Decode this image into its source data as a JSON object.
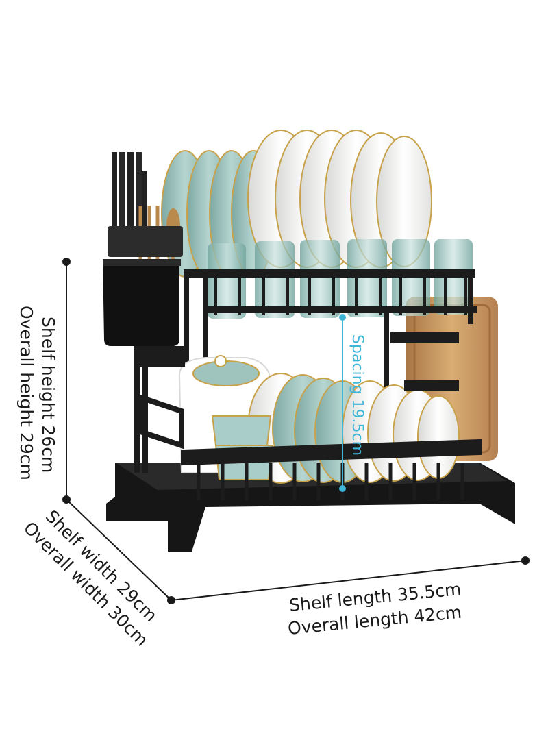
{
  "labels": {
    "shelf_height": "Shelf height 26cm",
    "overall_height": "Overall height 29cm",
    "shelf_width": "Shelf width 29cm",
    "overall_width": "Overall width 30cm",
    "shelf_length": "Shelf length 35.5cm",
    "overall_length": "Overall length 42cm",
    "spacing": "Spacing 19.5cm"
  },
  "colors": {
    "rack": "#1c1c1c",
    "plate_green": "#9fc3bd",
    "plate_white": "#f4f4f2",
    "plate_rim": "#c8a24a",
    "board": "#c79a63",
    "spacing_accent": "#3fb6d8",
    "dimension_line": "#1a1a1a"
  },
  "product": {
    "name_icon": "dish-drying-rack-illustration"
  }
}
